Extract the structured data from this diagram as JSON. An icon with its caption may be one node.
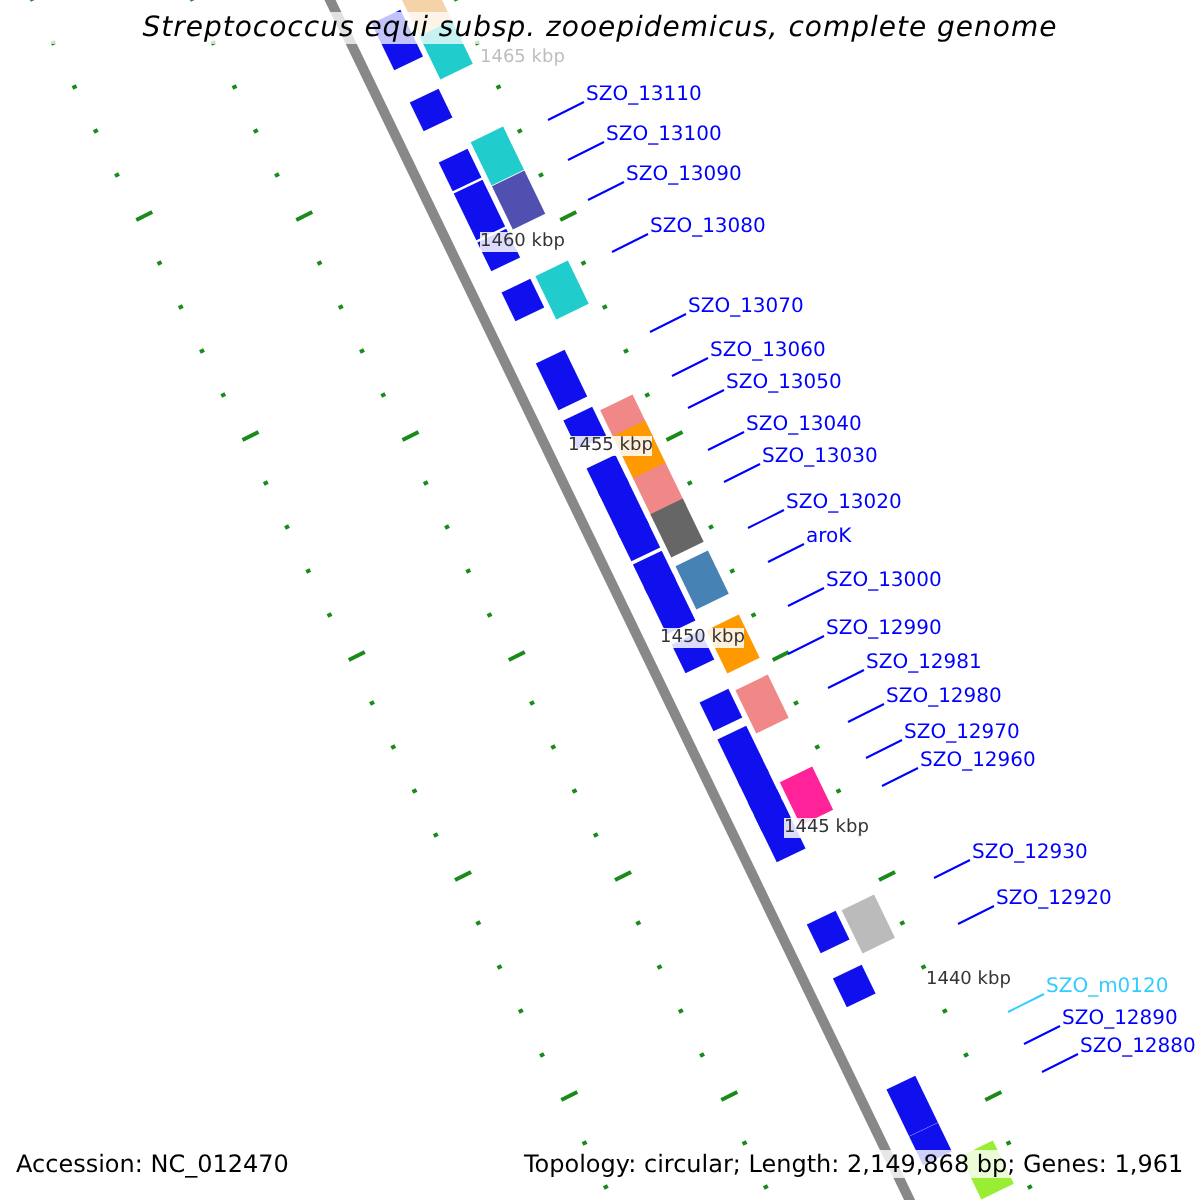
{
  "diagram": {
    "title": "Streptococcus equi subsp. zooepidemicus, complete genome",
    "nodes": [
      {
        "text": [
          "SZO_13110"
        ]
      },
      {
        "text": [
          "SZO_13100"
        ]
      },
      {
        "text": [
          "SZO_13090"
        ]
      },
      {
        "text": [
          "SZO_13080"
        ]
      },
      {
        "text": [
          "SZO_13070"
        ]
      },
      {
        "text": [
          "SZO_13060"
        ]
      },
      {
        "text": [
          "SZO_13050"
        ]
      },
      {
        "text": [
          "SZO_13040"
        ]
      },
      {
        "text": [
          "SZO_13030"
        ]
      },
      {
        "text": [
          "SZO_13020"
        ]
      },
      {
        "text": [
          "aroK"
        ]
      },
      {
        "text": [
          "SZO_13000"
        ]
      },
      {
        "text": [
          "SZO_12990"
        ]
      },
      {
        "text": [
          "SZO_12981"
        ]
      },
      {
        "text": [
          "SZO_12980"
        ]
      },
      {
        "text": [
          "SZO_12970"
        ]
      },
      {
        "text": [
          "SZO_12960"
        ]
      },
      {
        "text": [
          "SZO_12930"
        ]
      },
      {
        "text": [
          "SZO_12920"
        ]
      },
      {
        "text": [
          "SZO_m0120"
        ]
      },
      {
        "text": [
          "SZO_12890"
        ]
      },
      {
        "text": [
          "SZO_12880"
        ]
      }
    ],
    "edges": [
      {
        "from": 0,
        "to": null,
        "arrow": "none"
      },
      {
        "from": 1,
        "to": null,
        "arrow": "none"
      },
      {
        "from": 2,
        "to": null,
        "arrow": "none"
      },
      {
        "from": 3,
        "to": null,
        "arrow": "none"
      },
      {
        "from": 4,
        "to": null,
        "arrow": "none"
      },
      {
        "from": 5,
        "to": null,
        "arrow": "none"
      },
      {
        "from": 6,
        "to": null,
        "arrow": "none"
      },
      {
        "from": 7,
        "to": null,
        "arrow": "none"
      },
      {
        "from": 8,
        "to": null,
        "arrow": "none"
      },
      {
        "from": 9,
        "to": null,
        "arrow": "none"
      },
      {
        "from": 10,
        "to": null,
        "arrow": "none"
      },
      {
        "from": 11,
        "to": null,
        "arrow": "none"
      },
      {
        "from": 12,
        "to": null,
        "arrow": "none"
      },
      {
        "from": 13,
        "to": null,
        "arrow": "none"
      },
      {
        "from": 14,
        "to": null,
        "arrow": "none"
      },
      {
        "from": 15,
        "to": null,
        "arrow": "none"
      },
      {
        "from": 16,
        "to": null,
        "arrow": "none"
      },
      {
        "from": 17,
        "to": null,
        "arrow": "none"
      },
      {
        "from": 18,
        "to": null,
        "arrow": "none"
      },
      {
        "from": 19,
        "to": null,
        "arrow": "none",
        "color": "#33ccff"
      },
      {
        "from": 20,
        "to": null,
        "arrow": "none"
      },
      {
        "from": 21,
        "to": null,
        "arrow": "none"
      }
    ],
    "labels": [
      "1465 kbp",
      "1460 kbp",
      "1455 kbp",
      "1450 kbp",
      "1445 kbp",
      "1440 kbp",
      "Accession: NC_012470",
      "Topology: circular; Length: 2,149,868 bp; Genes: 1,961"
    ]
  }
}
